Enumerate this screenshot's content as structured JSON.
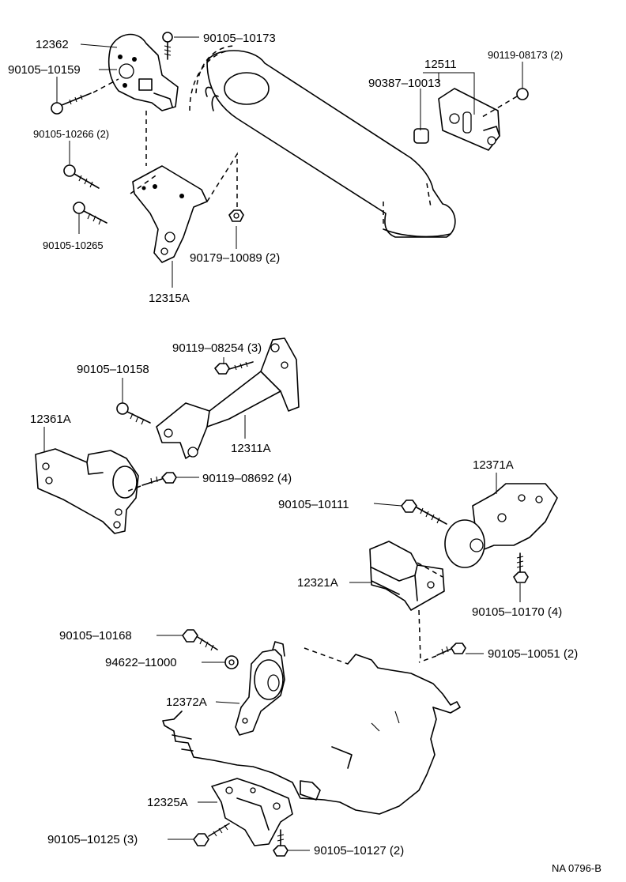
{
  "callouts": [
    {
      "id": "c01",
      "text": "12362"
    },
    {
      "id": "c02",
      "text": "90105–10173"
    },
    {
      "id": "c03",
      "text": "90105–10159"
    },
    {
      "id": "c04",
      "text": "12511"
    },
    {
      "id": "c05",
      "text": "90119-08173 (2)"
    },
    {
      "id": "c06",
      "text": "90387–10013"
    },
    {
      "id": "c07",
      "text": "90105-10266 (2)"
    },
    {
      "id": "c08",
      "text": "90105-10265"
    },
    {
      "id": "c09",
      "text": "90179–10089 (2)"
    },
    {
      "id": "c10",
      "text": "12315A"
    },
    {
      "id": "c11",
      "text": "90119–08254 (3)"
    },
    {
      "id": "c12",
      "text": "90105–10158"
    },
    {
      "id": "c13",
      "text": "12361A"
    },
    {
      "id": "c14",
      "text": "12311A"
    },
    {
      "id": "c15",
      "text": "90119–08692 (4)"
    },
    {
      "id": "c16",
      "text": "12371A"
    },
    {
      "id": "c17",
      "text": "90105–10111"
    },
    {
      "id": "c18",
      "text": "12321A"
    },
    {
      "id": "c19",
      "text": "90105–10170 (4)"
    },
    {
      "id": "c20",
      "text": "90105–10168"
    },
    {
      "id": "c21",
      "text": "94622–11000"
    },
    {
      "id": "c22",
      "text": "90105–10051 (2)"
    },
    {
      "id": "c23",
      "text": "12372A"
    },
    {
      "id": "c24",
      "text": "12325A"
    },
    {
      "id": "c25",
      "text": "90105–10125 (3)"
    },
    {
      "id": "c26",
      "text": "90105–10127 (2)"
    }
  ],
  "figure_code": "NA  0796-B"
}
